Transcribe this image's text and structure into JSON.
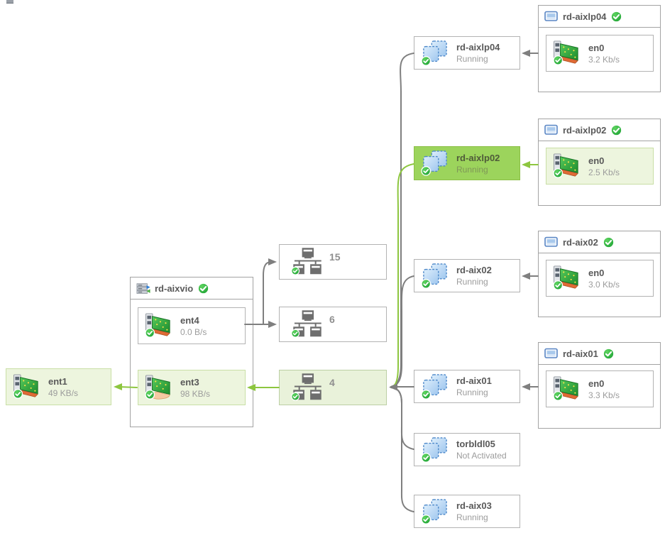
{
  "colors": {
    "highlight_green": "#9cd45c",
    "soft_green_bg": "#edf5de",
    "soft_green_border": "#c9dfa6",
    "path_green": "#8dc63f",
    "path_gray": "#7f7f7f",
    "container_border": "#a3a3a3",
    "text_primary": "#595959",
    "text_secondary": "#9c9c9c",
    "status_ok_badge": "#2fae3b"
  },
  "standalone_adapter": {
    "label": "ent1",
    "rate": "49 KB/s"
  },
  "vios": {
    "title": "rd-aixvio",
    "adapters": [
      {
        "label": "ent4",
        "rate": "0.0 B/s"
      },
      {
        "label": "ent3",
        "rate": "98 KB/s"
      }
    ]
  },
  "vlans": [
    {
      "id": "15"
    },
    {
      "id": "6"
    },
    {
      "id": "4"
    }
  ],
  "lpars": [
    {
      "label": "rd-aixlp04",
      "status": "Running"
    },
    {
      "label": "rd-aixlp02",
      "status": "Running"
    },
    {
      "label": "rd-aix02",
      "status": "Running"
    },
    {
      "label": "rd-aix01",
      "status": "Running"
    },
    {
      "label": "torbldl05",
      "status": "Not Activated"
    },
    {
      "label": "rd-aix03",
      "status": "Running"
    }
  ],
  "hosts": [
    {
      "title": "rd-aixlp04",
      "adapter": {
        "label": "en0",
        "rate": "3.2 Kb/s"
      }
    },
    {
      "title": "rd-aixlp02",
      "adapter": {
        "label": "en0",
        "rate": "2.5 Kb/s"
      }
    },
    {
      "title": "rd-aix02",
      "adapter": {
        "label": "en0",
        "rate": "3.0 Kb/s"
      }
    },
    {
      "title": "rd-aix01",
      "adapter": {
        "label": "en0",
        "rate": "3.3 Kb/s"
      }
    }
  ]
}
